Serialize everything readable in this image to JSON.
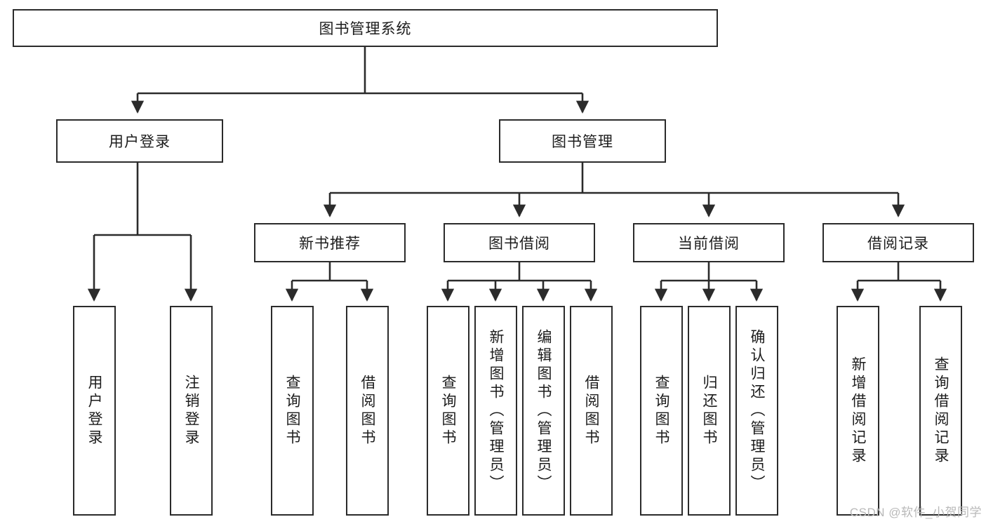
{
  "diagram": {
    "title": "图书管理系统",
    "type": "hierarchy-tree",
    "colors": {
      "box_border": "#2b2b2b",
      "box_fill": "#ffffff",
      "edge": "#2b2b2b",
      "text": "#1c1c1c",
      "watermark": "#b9b9b9"
    },
    "nodes": {
      "root": {
        "label": "图书管理系统",
        "orientation": "horizontal"
      },
      "l2": [
        {
          "id": "user-login",
          "label": "用户登录",
          "orientation": "horizontal"
        },
        {
          "id": "book-manage",
          "label": "图书管理",
          "orientation": "horizontal"
        }
      ],
      "l3": [
        {
          "id": "new-book-recommend",
          "label": "新书推荐",
          "orientation": "horizontal"
        },
        {
          "id": "book-borrow",
          "label": "图书借阅",
          "orientation": "horizontal"
        },
        {
          "id": "current-borrow",
          "label": "当前借阅",
          "orientation": "horizontal"
        },
        {
          "id": "borrow-record",
          "label": "借阅记录",
          "orientation": "horizontal"
        }
      ],
      "leaves": [
        {
          "id": "leaf-user-login",
          "label": "用户登录",
          "orientation": "vertical",
          "parent": "user-login"
        },
        {
          "id": "leaf-user-logout",
          "label": "注销登录",
          "orientation": "vertical",
          "parent": "user-login"
        },
        {
          "id": "leaf-query-book-1",
          "label": "查询图书",
          "orientation": "vertical",
          "parent": "new-book-recommend"
        },
        {
          "id": "leaf-borrow-book-1",
          "label": "借阅图书",
          "orientation": "vertical",
          "parent": "new-book-recommend"
        },
        {
          "id": "leaf-query-book-2",
          "label": "查询图书",
          "orientation": "vertical",
          "parent": "book-borrow"
        },
        {
          "id": "leaf-add-book",
          "label": "新增图书（管理员）",
          "orientation": "vertical",
          "parent": "book-borrow"
        },
        {
          "id": "leaf-edit-book",
          "label": "编辑图书（管理员）",
          "orientation": "vertical",
          "parent": "book-borrow"
        },
        {
          "id": "leaf-borrow-book-2",
          "label": "借阅图书",
          "orientation": "vertical",
          "parent": "book-borrow"
        },
        {
          "id": "leaf-query-book-3",
          "label": "查询图书",
          "orientation": "vertical",
          "parent": "current-borrow"
        },
        {
          "id": "leaf-return-book",
          "label": "归还图书",
          "orientation": "vertical",
          "parent": "current-borrow"
        },
        {
          "id": "leaf-confirm-return",
          "label": "确认归还（管理员）",
          "orientation": "vertical",
          "parent": "current-borrow"
        },
        {
          "id": "leaf-add-record",
          "label": "新增借阅记录",
          "orientation": "vertical",
          "parent": "borrow-record"
        },
        {
          "id": "leaf-query-record",
          "label": "查询借阅记录",
          "orientation": "vertical",
          "parent": "borrow-record"
        }
      ]
    },
    "watermark": "CSDN @软件_小贺同学"
  }
}
